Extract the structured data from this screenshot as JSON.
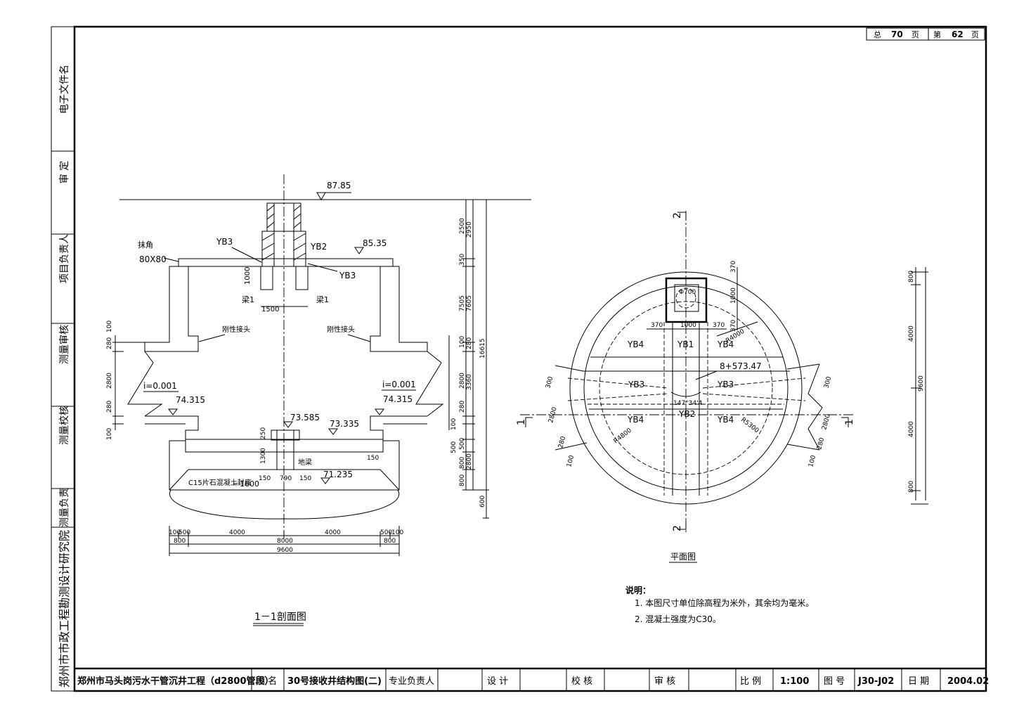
{
  "page_counter": {
    "total_prefix": "总",
    "total": "70",
    "total_suffix": "页",
    "page_prefix": "第",
    "page": "62",
    "page_suffix": "页"
  },
  "left_strip": [
    "电子文件名",
    "审  定",
    "项目负责人",
    "测量审核",
    "测量校核",
    "测量负责",
    "郑州市市政工程勘测设计研究院"
  ],
  "title_block": {
    "project": "郑州市马头岗污水干管沉井工程（d2800管段）",
    "drawing_name_label": "图  名",
    "drawing_name": "30号接收井结构图(二)",
    "specialist": "专业负责人",
    "design": "设  计",
    "check": "校  核",
    "review": "审  核",
    "scale_label": "比  例",
    "scale": "1:100",
    "drawing_no_label": "图  号",
    "drawing_no": "J30-J02",
    "date_label": "日  期",
    "date": "2004.02"
  },
  "section": {
    "title": "1－1剖面图",
    "elev_ground": "87.85",
    "elev_top": "85.35",
    "elev_pipe_left": "74.315",
    "elev_pipe_right": "74.315",
    "elev_floor": "73.585",
    "elev_floor2": "73.335",
    "elev_bottom": "71.235",
    "slope_left": "i=0.001",
    "slope_right": "i=0.001",
    "chamfer": "抹角",
    "chamfer_size": "80X80",
    "yb3_a": "YB3",
    "yb2": "YB2",
    "yb3_b": "YB3",
    "beam_l": "梁1",
    "beam_r": "梁1",
    "joint_l": "刚性接头",
    "joint_r": "刚性接头",
    "floor_beam": "地梁",
    "plain_concrete": "C15片石混凝土封底",
    "dim_1600": "1600",
    "dims_bottom": [
      "100",
      "500",
      "4000",
      "4000",
      "500",
      "100",
      "800",
      "8000",
      "800",
      "9600"
    ],
    "dims_top": [
      "1500",
      "1000",
      "150",
      "790",
      "150",
      "1300",
      "250",
      "150"
    ],
    "dims_right": [
      "2500",
      "2950",
      "350",
      "7505",
      "7605",
      "100",
      "280",
      "2800",
      "3360",
      "280",
      "100",
      "500",
      "500",
      "800",
      "2800",
      "800",
      "16615",
      "600"
    ],
    "dims_left": [
      "100",
      "280",
      "2800",
      "280",
      "100"
    ]
  },
  "plan": {
    "title": "平面图",
    "cut_1": "1",
    "cut_2": "2",
    "yb4_tl": "YB4",
    "yb1": "YB1",
    "yb4_tr": "YB4",
    "yb3_l": "YB3",
    "yb3_r": "YB3",
    "yb2": "YB2",
    "yb4_bl": "YB4",
    "yb4_br": "YB4",
    "station": "8+573.47",
    "angle": "147°34'4",
    "r4000": "R4000",
    "r4800": "R4800",
    "r5300": "R5300",
    "d700": "Φ700",
    "dims_top": [
      "370",
      "1000",
      "370",
      "370",
      "1000",
      "370"
    ],
    "dims_right": [
      "800",
      "4000",
      "4000",
      "800",
      "9600"
    ],
    "dims_pipe": [
      "300",
      "2800",
      "2800",
      "300",
      "280",
      "280",
      "100",
      "100"
    ]
  },
  "notes": {
    "heading": "说明：",
    "line1": "1. 本图尺寸单位除高程为米外，其余均为毫米。",
    "line2": "2. 混凝土强度为C30。"
  }
}
